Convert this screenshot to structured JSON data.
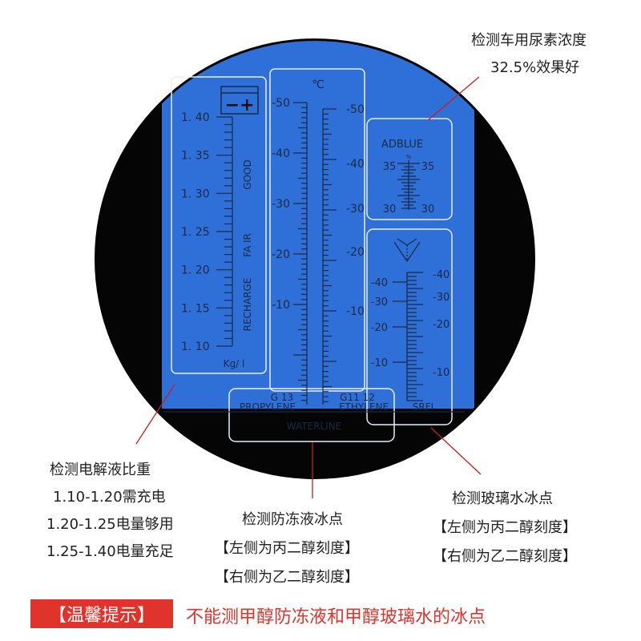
{
  "scales": {
    "battery": {
      "plus_minus": "−+",
      "ticks": [
        "1. 40",
        "1. 35",
        "1. 30",
        "1. 25",
        "1. 20",
        "1. 15",
        "1. 10"
      ],
      "labels": [
        "GOOD",
        "FA IR",
        "RECHARGE"
      ],
      "unit": "Kg/ l"
    },
    "antifreeze": {
      "unit": "℃",
      "left_ticks": [
        "-50",
        "-40",
        "-30",
        "-20",
        "-10"
      ],
      "right_ticks": [
        "-50",
        "-40",
        "-30",
        "-20",
        "-10"
      ],
      "left_code": "G 13",
      "right_code": "G11 12",
      "left_name": "PROPYLENE",
      "right_name": "ETHYLENE"
    },
    "adblue": {
      "title": "ADBLUE",
      "percent_sign": "%",
      "top_left": "35",
      "top_right": "35",
      "bottom_left": "30",
      "bottom_right": "30"
    },
    "srfi": {
      "left_ticks": [
        "-40",
        "-30",
        "-20",
        "-10"
      ],
      "right_ticks": [
        "-40",
        "-30",
        "-20",
        "-10"
      ],
      "label": "SRFI"
    },
    "waterline": "WATERLINE"
  },
  "callouts": {
    "adblue": [
      "检测车用尿素浓度",
      "32.5%效果好"
    ],
    "battery": [
      "检测电解液比重",
      "1.10-1.20需充电",
      "1.20-1.25电量够用",
      "1.25-1.40电量充足"
    ],
    "antifreeze": [
      "检测防冻液冰点",
      "【左侧为丙二醇刻度】",
      "【右侧为乙二醇刻度】"
    ],
    "glass": [
      "检测玻璃水冰点",
      "【左侧为丙二醇刻度】",
      "【右侧为乙二醇刻度】"
    ]
  },
  "tip": {
    "label": "【温馨提示】",
    "text": "不能测甲醇防冻液和甲醇玻璃水的冰点"
  },
  "colors": {
    "ring": "#000000",
    "field": "#2f6fd8",
    "line": "#1a2a44",
    "tip": "#e0332b"
  }
}
